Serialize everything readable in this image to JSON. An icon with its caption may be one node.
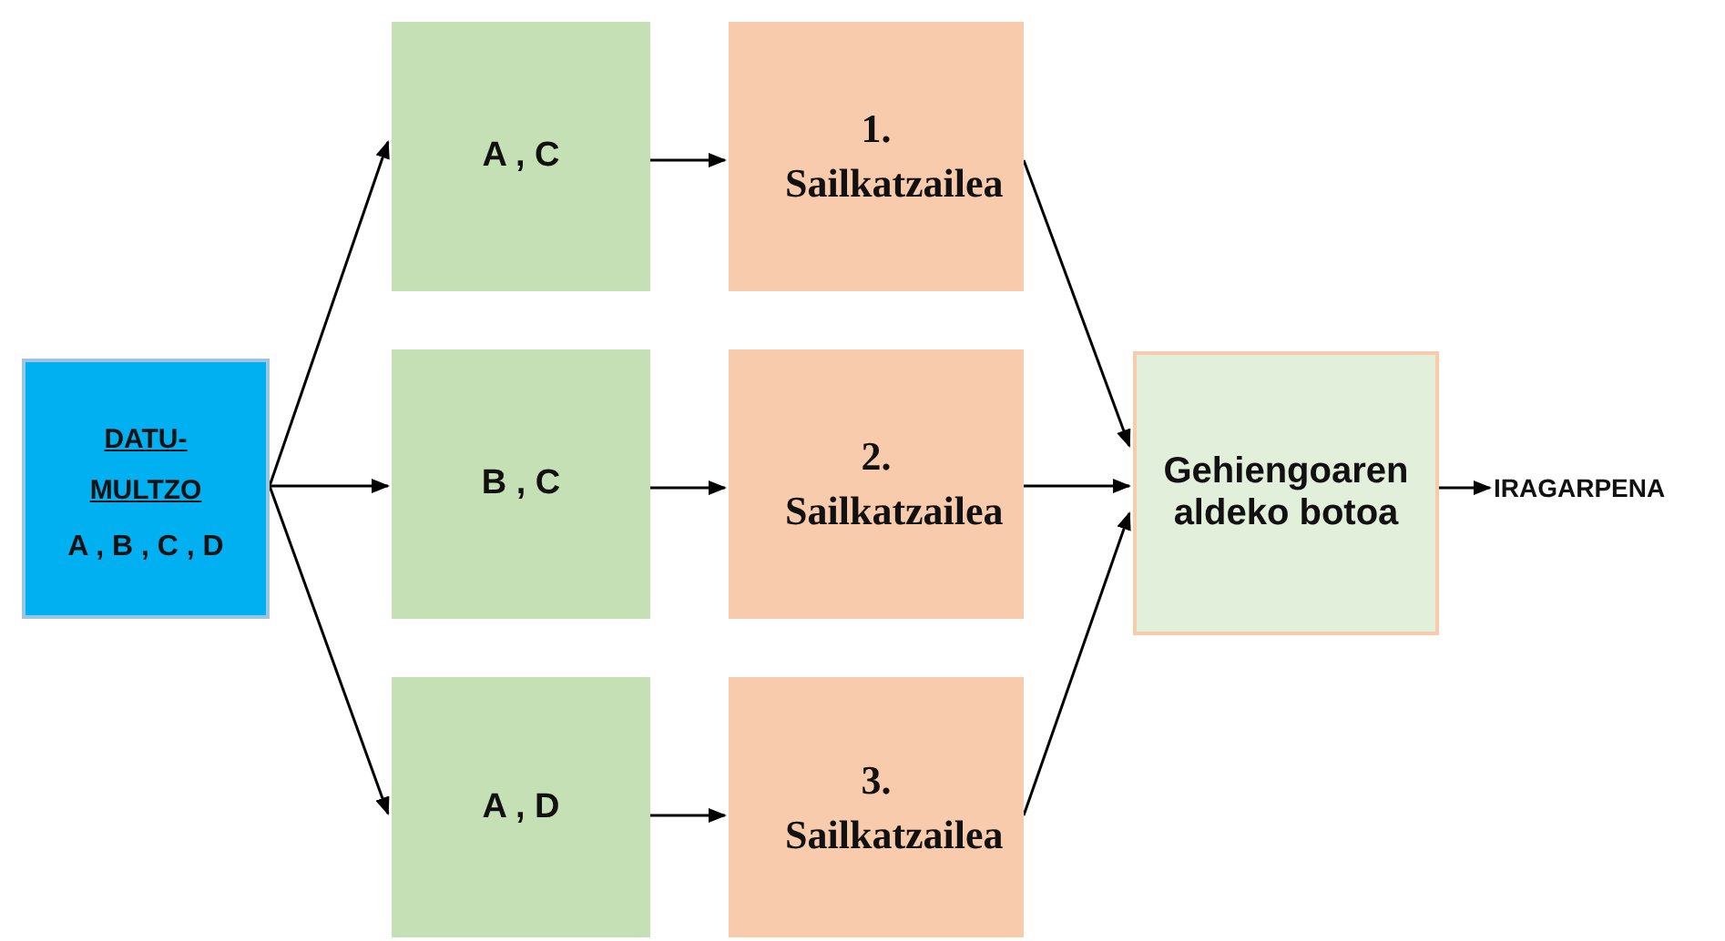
{
  "diagram": {
    "nodes": [
      {
        "text": [
          "DATU-MULTZO",
          "A , B , C , D"
        ]
      },
      {
        "text": [
          "A , C"
        ]
      },
      {
        "text": [
          "B , C"
        ]
      },
      {
        "text": [
          "A , D"
        ]
      },
      {
        "text": [
          "1. Sailkatzailea"
        ]
      },
      {
        "text": [
          "2. Sailkatzailea"
        ]
      },
      {
        "text": [
          "3. Sailkatzailea"
        ]
      },
      {
        "text": [
          "Gehiengoaren aldeko botoa"
        ]
      },
      {
        "text": [
          "IRAGARPENA"
        ]
      }
    ],
    "edges": [
      {
        "from": 0,
        "to": 1,
        "arrow": "to"
      },
      {
        "from": 0,
        "to": 2,
        "arrow": "to"
      },
      {
        "from": 0,
        "to": 3,
        "arrow": "to"
      },
      {
        "from": 1,
        "to": 4,
        "arrow": "to"
      },
      {
        "from": 2,
        "to": 5,
        "arrow": "to"
      },
      {
        "from": 3,
        "to": 6,
        "arrow": "to"
      },
      {
        "from": 4,
        "to": 7,
        "arrow": "to"
      },
      {
        "from": 5,
        "to": 7,
        "arrow": "to"
      },
      {
        "from": 6,
        "to": 7,
        "arrow": "to"
      },
      {
        "from": 7,
        "to": 8,
        "arrow": "to"
      }
    ]
  }
}
